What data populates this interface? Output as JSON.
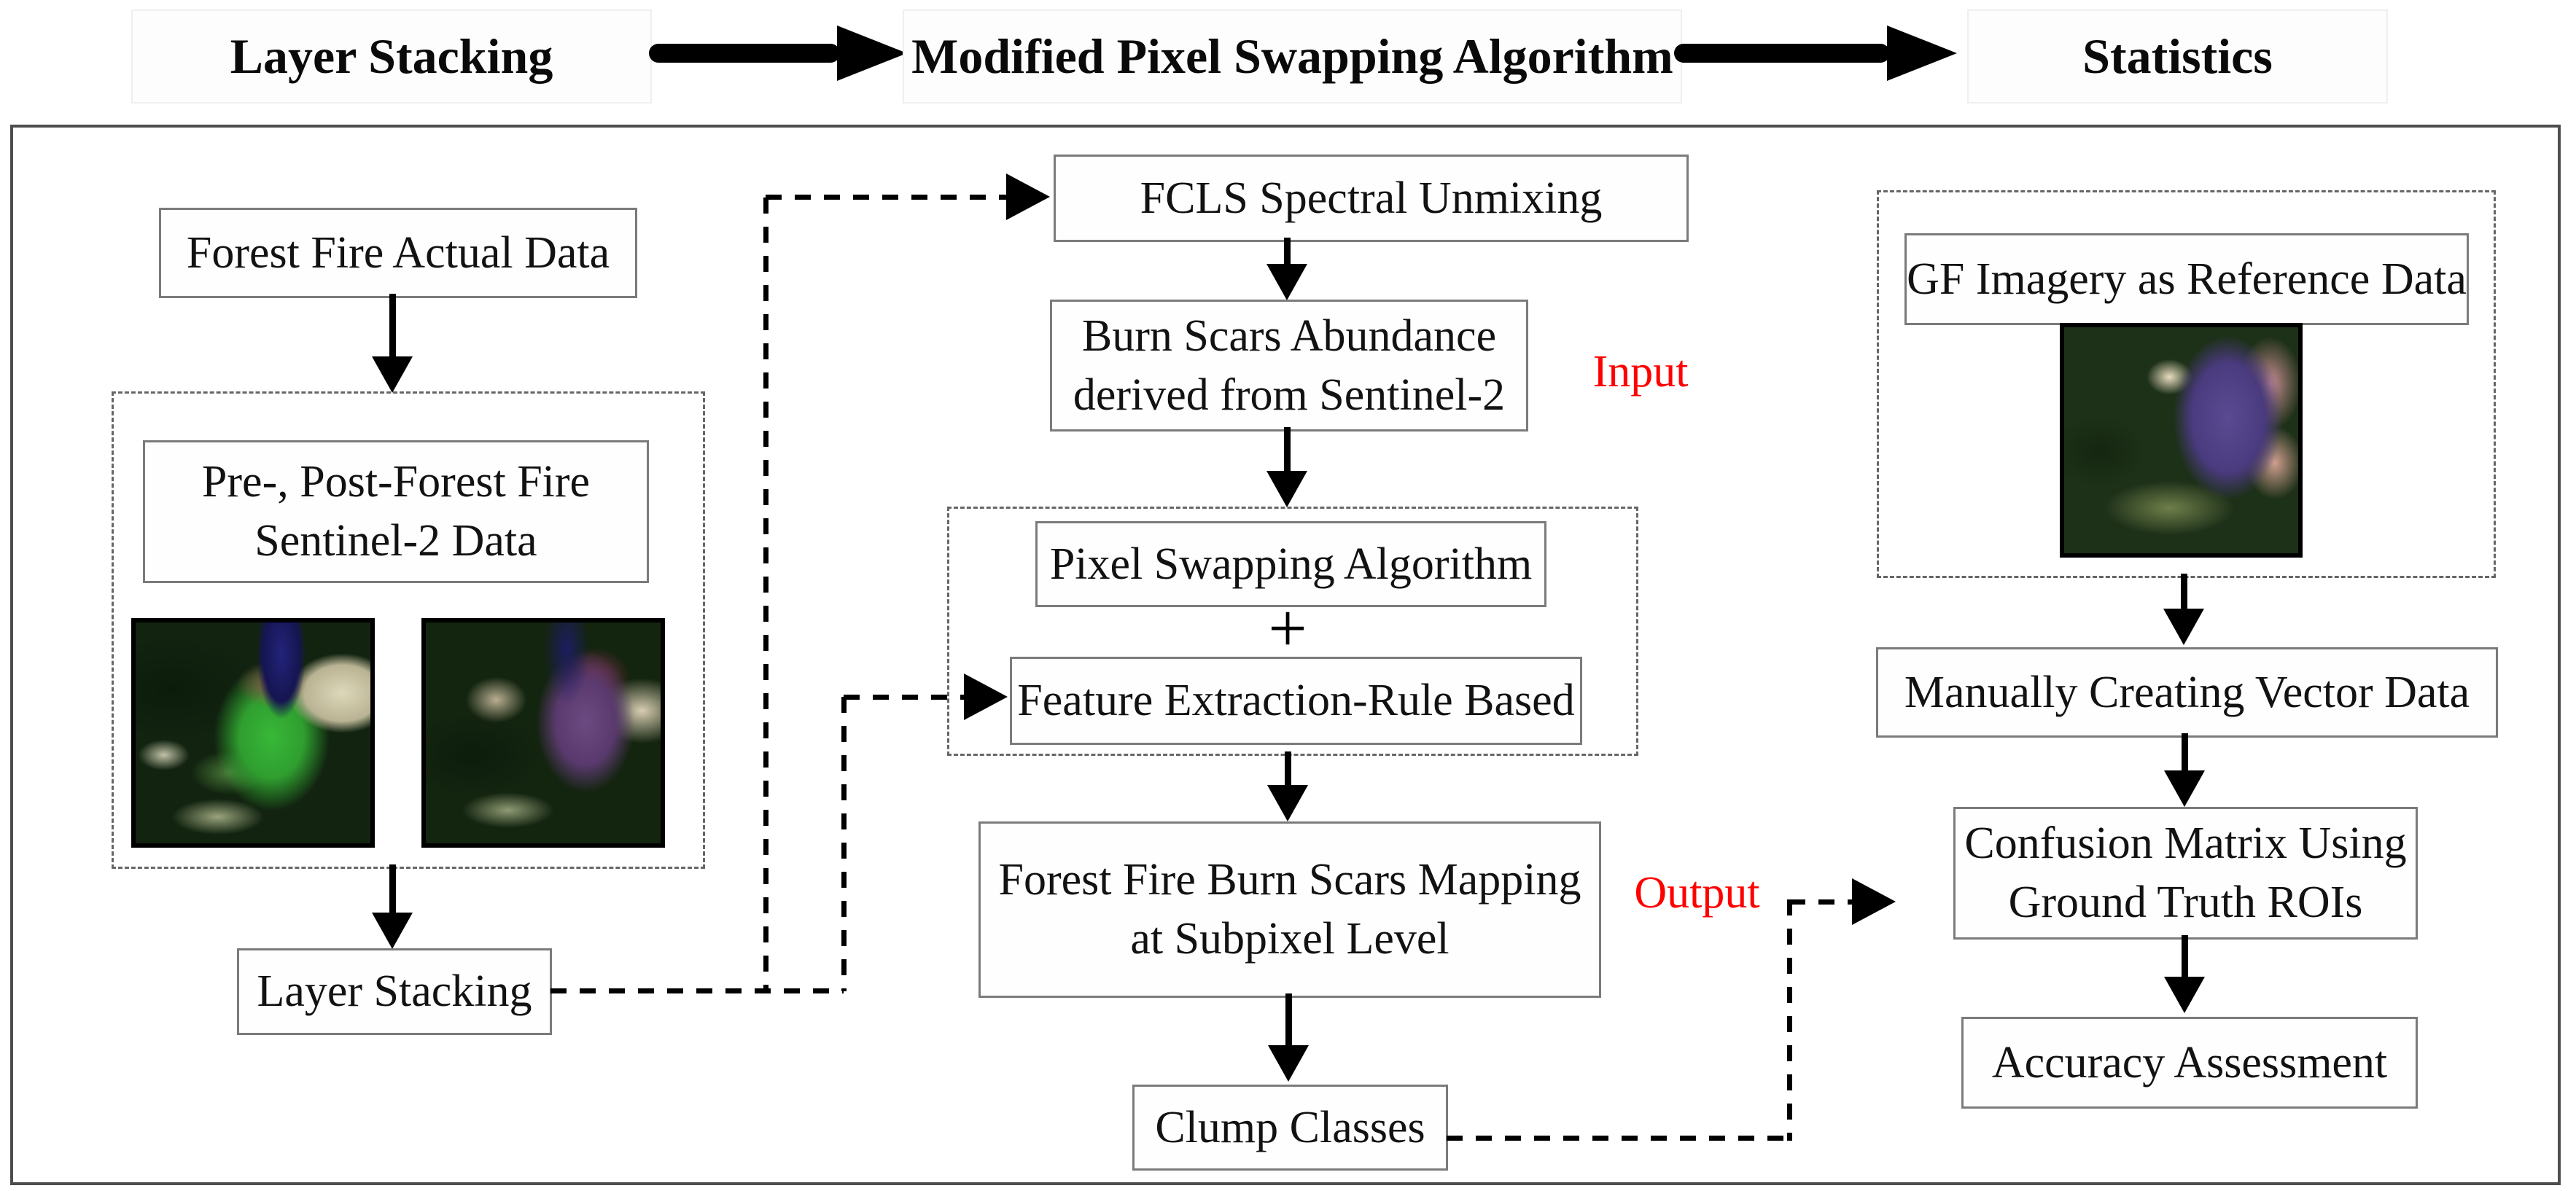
{
  "header": {
    "steps": [
      {
        "label": "Layer Stacking"
      },
      {
        "label": "Modified Pixel Swapping Algorithm"
      },
      {
        "label": "Statistics"
      }
    ]
  },
  "diagram": {
    "left": {
      "actual_data_box": "Forest Fire Actual Data",
      "prepost_box_line1": "Pre-, Post-Forest Fire",
      "prepost_box_line2": "Sentinel-2 Data",
      "layer_stacking_box": "Layer Stacking"
    },
    "middle": {
      "fcls_box": "FCLS Spectral Unmixing",
      "abundance_box_line1": "Burn Scars Abundance",
      "abundance_box_line2": "derived from Sentinel-2",
      "input_label": "Input",
      "psa_box": "Pixel Swapping Algorithm",
      "plus": "+",
      "feature_box": "Feature Extraction-Rule Based",
      "mapping_box_line1": "Forest Fire Burn Scars Mapping",
      "mapping_box_line2": "at Subpixel Level",
      "output_label": "Output",
      "clump_box": "Clump Classes"
    },
    "right": {
      "gf_box": "GF Imagery as Reference Data",
      "vector_box": "Manually Creating Vector Data",
      "confusion_box_line1": "Confusion Matrix Using",
      "confusion_box_line2": "Ground Truth ROIs",
      "accuracy_box": "Accuracy Assessment"
    },
    "icons": {
      "header_arrow": "thick-right-arrow",
      "flow_arrow": "solid-down-arrow",
      "connector": "dashed-right-angle-connector"
    },
    "colors": {
      "annotation_red": "#ff0000",
      "box_border_gray": "#7b7b7b",
      "dashed_region_gray": "#666666",
      "line_black": "#000000"
    }
  }
}
